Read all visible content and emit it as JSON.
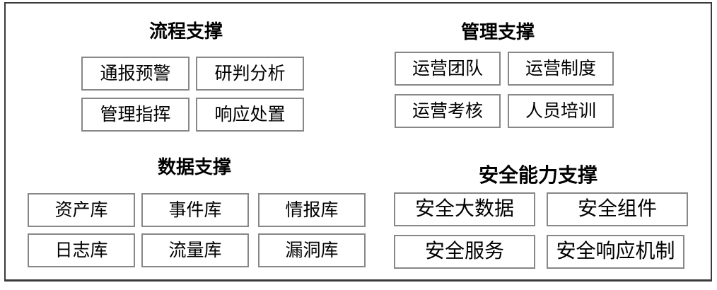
{
  "figure": {
    "background": "#ffffff",
    "outer_border_color": "#3a3a3a",
    "box_border_color": "#878787",
    "text_color": "#000000"
  },
  "sections": {
    "process": {
      "title": "流程支撑",
      "items": [
        "通报预警",
        "研判分析",
        "管理指挥",
        "响应处置"
      ]
    },
    "management": {
      "title": "管理支撑",
      "items": [
        "运营团队",
        "运营制度",
        "运营考核",
        "人员培训"
      ]
    },
    "data": {
      "title": "数据支撑",
      "items": [
        "资产库",
        "事件库",
        "情报库",
        "日志库",
        "流量库",
        "漏洞库"
      ]
    },
    "security": {
      "title": "安全能力支撑",
      "items": [
        "安全大数据",
        "安全组件",
        "安全服务",
        "安全响应机制"
      ]
    }
  }
}
